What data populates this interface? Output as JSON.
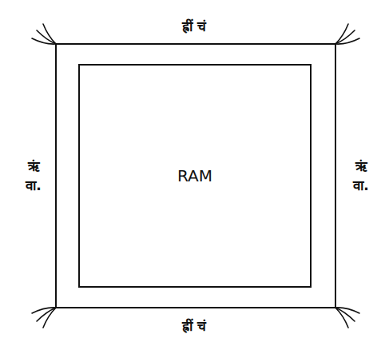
{
  "diagram": {
    "nodes": [
      {
        "text": [
          "RAM"
        ]
      }
    ],
    "labels": [
      "ह्रीं चं",
      "ह्रीं चं",
      "ऋं",
      "वा.",
      "ऋं",
      "वा."
    ]
  }
}
